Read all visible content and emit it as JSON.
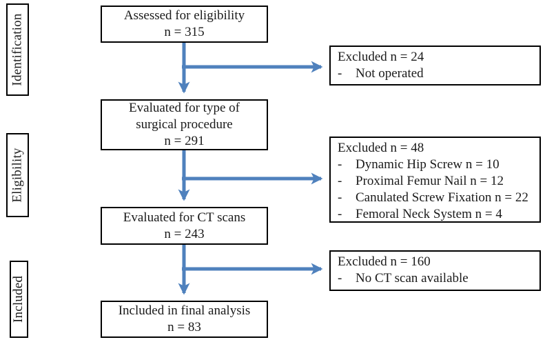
{
  "diagram": {
    "type": "prisma-flowchart",
    "bullet_char": "-"
  },
  "colors": {
    "arrow": "#4F81BD",
    "border": "#000000",
    "background": "#FFFFFF",
    "text": "#1A1A1A"
  },
  "stages": [
    {
      "label": "Identification"
    },
    {
      "label": "Eligibility"
    },
    {
      "label": "Included"
    }
  ],
  "main_boxes": [
    {
      "label": "Assessed for eligibility",
      "count": "n = 315"
    },
    {
      "label": "Evaluated for type of surgical procedure",
      "count": "n = 291"
    },
    {
      "label": "Evaluated for CT scans",
      "count": "n = 243"
    },
    {
      "label": "Included in final analysis",
      "count": "n = 83"
    }
  ],
  "excluded_boxes": [
    {
      "title": "Excluded n = 24",
      "items": [
        "Not operated"
      ]
    },
    {
      "title": "Excluded n = 48",
      "items": [
        "Dynamic Hip Screw n = 10",
        "Proximal Femur Nail n = 12",
        "Canulated Screw Fixation n = 22",
        "Femoral Neck System n = 4"
      ]
    },
    {
      "title": "Excluded n = 160",
      "items": [
        "No CT scan available"
      ]
    }
  ]
}
